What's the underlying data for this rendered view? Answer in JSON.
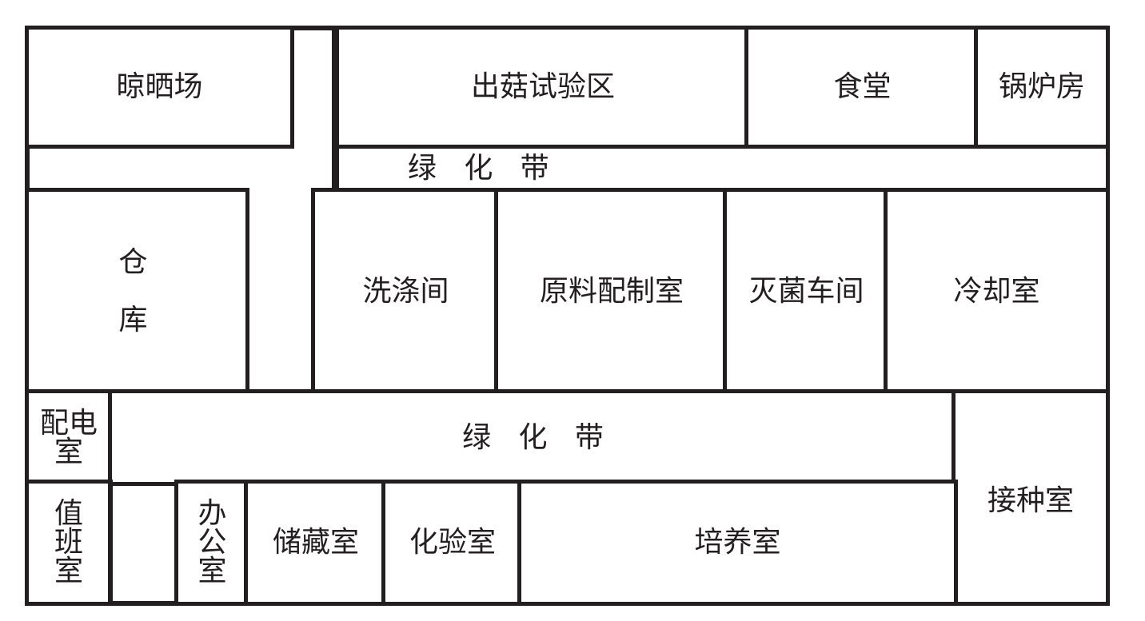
{
  "rooms": {
    "drying_yard": "晾晒场",
    "trial_area": "出菇试验区",
    "canteen": "食堂",
    "boiler": "锅炉房",
    "green_belt_top": "绿   化   带",
    "warehouse": "仓\n\n库",
    "washing": "洗涤间",
    "material_prep": "原料配制室",
    "sterilization": "灭菌车间",
    "cooling": "冷却室",
    "power": "配电\n室",
    "green_belt_mid": "绿   化   带",
    "inoculation": "接种室",
    "duty": "值\n班\n室",
    "office": "办\n公\n室",
    "storage": "储藏室",
    "lab": "化验室",
    "culture": "培养室"
  },
  "colors": {
    "line": "#231f20",
    "background": "#ffffff"
  }
}
